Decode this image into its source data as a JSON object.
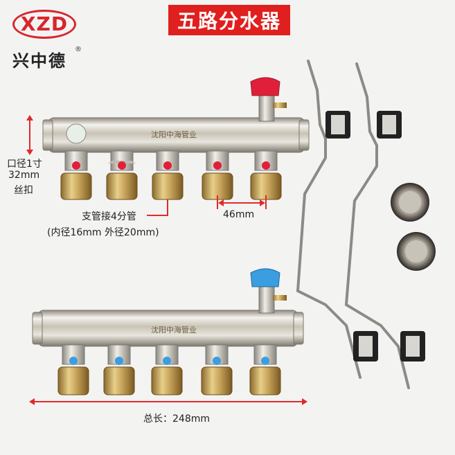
{
  "logo": {
    "mark": "XZD",
    "chinese": "兴中德",
    "registered": "®"
  },
  "title": "五路分水器",
  "labels": {
    "diameter_line1": "口径1寸",
    "diameter_line2": "32mm",
    "diameter_line3": "丝扣",
    "branch": "支管接4分管",
    "branch_detail": "(内径16mm 外径20mm)",
    "spacing": "46mm",
    "total_length": "总长：248mm"
  },
  "body_text": "沈阳中海管业",
  "colors": {
    "title_bg": "#e0201e",
    "logo_red": "#d8262c",
    "dimension_red": "#e02a2a",
    "red_handle": "#e0203a",
    "blue_handle": "#3a9ee0"
  }
}
